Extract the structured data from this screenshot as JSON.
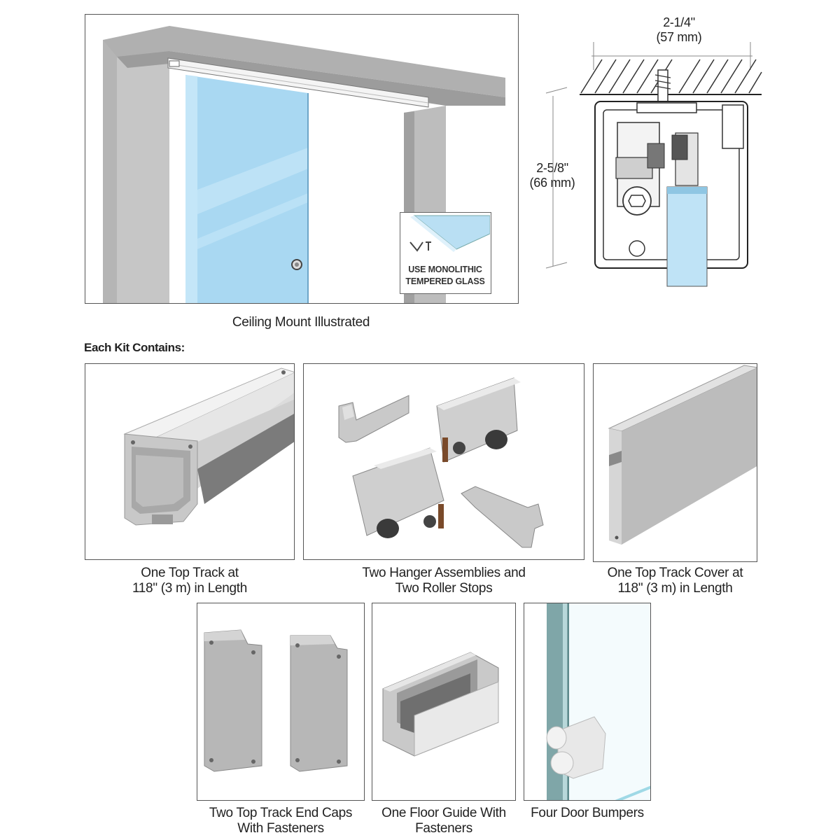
{
  "main_illustration": {
    "caption": "Ceiling Mount Illustrated",
    "glass_badge": {
      "line1": "USE MONOLITHIC",
      "line2": "TEMPERED GLASS"
    }
  },
  "cross_section": {
    "width_dim": {
      "imperial": "2-1/4\"",
      "metric": "(57 mm)"
    },
    "height_dim": {
      "imperial": "2-5/8\"",
      "metric": "(66 mm)"
    }
  },
  "kit": {
    "heading": "Each Kit Contains:",
    "items": [
      {
        "line1": "One Top Track at",
        "line2": "118\" (3 m) in Length"
      },
      {
        "line1": "Two Hanger Assemblies and",
        "line2": "Two Roller Stops"
      },
      {
        "line1": "One Top Track Cover at",
        "line2": "118\" (3 m) in Length"
      },
      {
        "line1": "Two Top Track End Caps",
        "line2": "With Fasteners"
      },
      {
        "line1": "One Floor Guide With",
        "line2": "Fasteners"
      },
      {
        "line1": "Four Door Bumpers",
        "line2": ""
      }
    ]
  },
  "colors": {
    "glass": "#a9d8f2",
    "aluminum": "#c9cbcd",
    "frame": "#a8a8a8",
    "outline": "#555555"
  }
}
